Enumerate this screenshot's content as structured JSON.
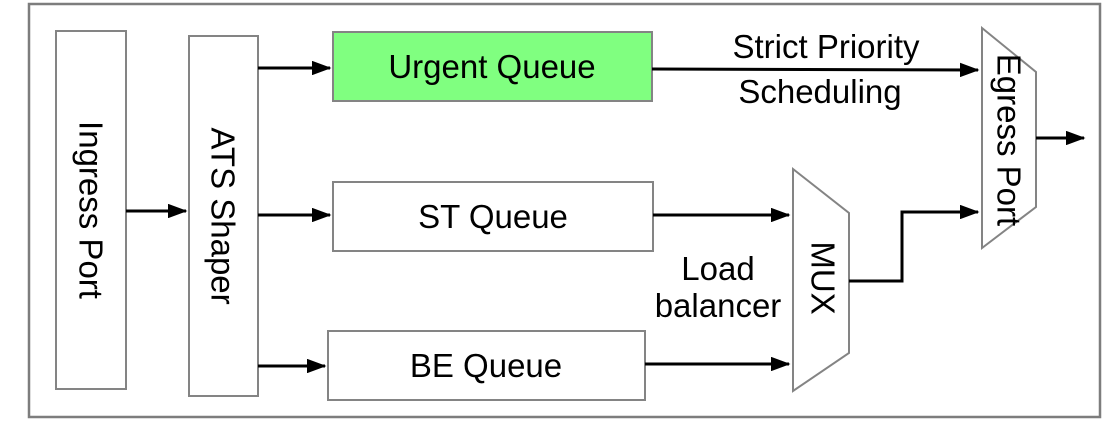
{
  "diagram": {
    "nodes": {
      "ingress_port": {
        "label": "Ingress Port"
      },
      "ats_shaper": {
        "label": "ATS Shaper"
      },
      "urgent_queue": {
        "label": "Urgent Queue"
      },
      "st_queue": {
        "label": "ST Queue"
      },
      "be_queue": {
        "label": "BE Queue"
      },
      "mux": {
        "label": "MUX"
      },
      "egress_port": {
        "label": "Egress Port"
      }
    },
    "annotations": {
      "strict_priority_line1": "Strict Priority",
      "strict_priority_line2": "Scheduling",
      "load_balancer_line1": "Load",
      "load_balancer_line2": "balancer"
    },
    "edges": [
      {
        "from": "Ingress Port",
        "to": "ATS Shaper"
      },
      {
        "from": "ATS Shaper",
        "to": "Urgent Queue"
      },
      {
        "from": "ATS Shaper",
        "to": "ST Queue"
      },
      {
        "from": "ATS Shaper",
        "to": "BE Queue"
      },
      {
        "from": "Urgent Queue",
        "to": "Egress Port",
        "label": "Strict Priority Scheduling"
      },
      {
        "from": "ST Queue",
        "to": "MUX"
      },
      {
        "from": "BE Queue",
        "to": "MUX"
      },
      {
        "from": "MUX",
        "to": "Egress Port",
        "label": "Load balancer"
      },
      {
        "from": "Egress Port",
        "to": "output"
      }
    ],
    "colors": {
      "urgent_queue_fill": "#80FF80",
      "queue_fill": "#FFFFFF",
      "box_border": "#848484",
      "arrow": "#000000",
      "background": "#FFFFFF"
    }
  }
}
